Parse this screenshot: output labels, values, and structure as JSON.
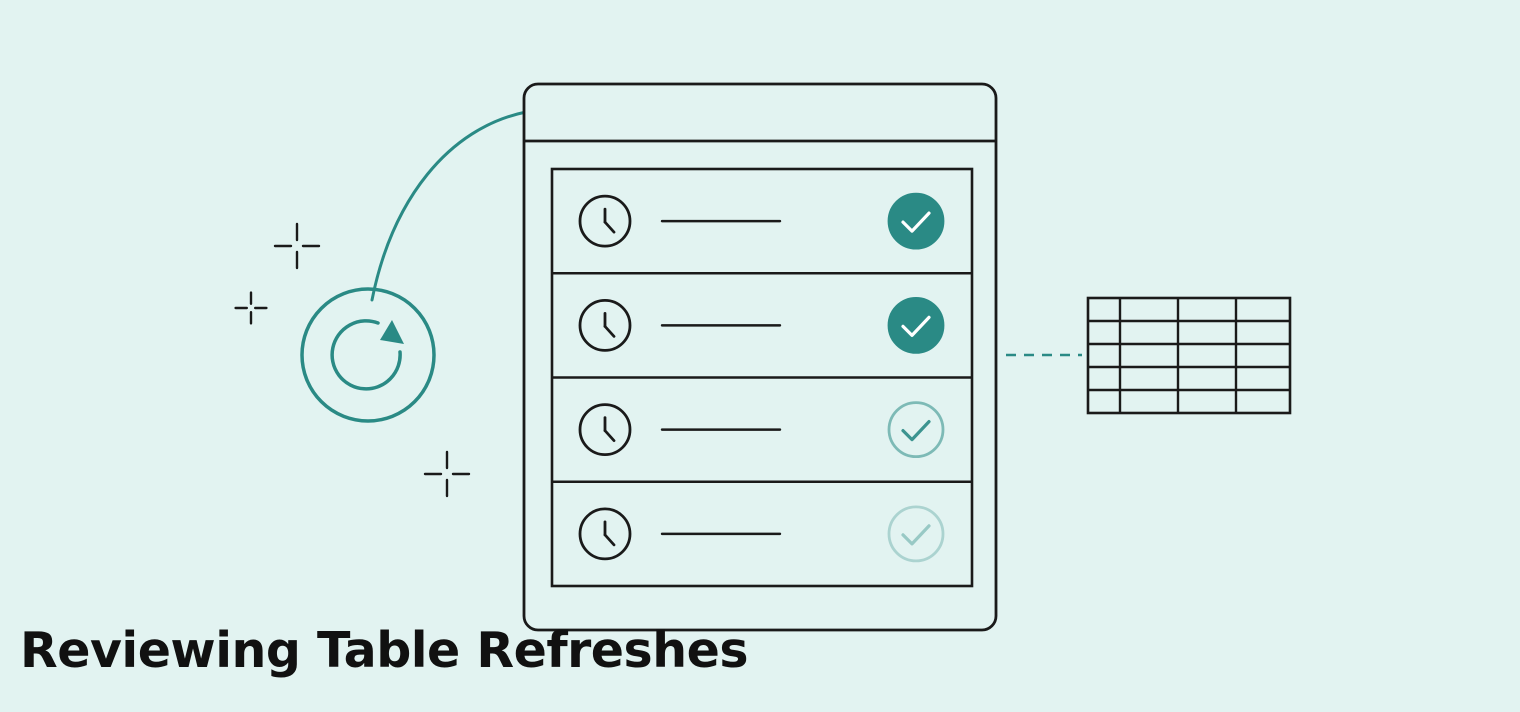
{
  "title": "Reviewing Table Refreshes",
  "colors": {
    "background": "#e2f3f1",
    "ink": "#1a1a1a",
    "accent": "#2a8a85"
  },
  "decorations": {
    "refresh": {
      "icon": "refresh-cycle-icon"
    },
    "sparkles": [
      "sparkle-icon",
      "sparkle-icon",
      "sparkle-icon"
    ],
    "table_grid": {
      "icon": "table-grid-icon",
      "rows": 5,
      "columns": 4
    }
  },
  "refresh_list": {
    "rows": [
      {
        "icon": "clock-icon",
        "status": "complete"
      },
      {
        "icon": "clock-icon",
        "status": "complete"
      },
      {
        "icon": "clock-icon",
        "status": "pending"
      },
      {
        "icon": "clock-icon",
        "status": "queued"
      }
    ]
  }
}
